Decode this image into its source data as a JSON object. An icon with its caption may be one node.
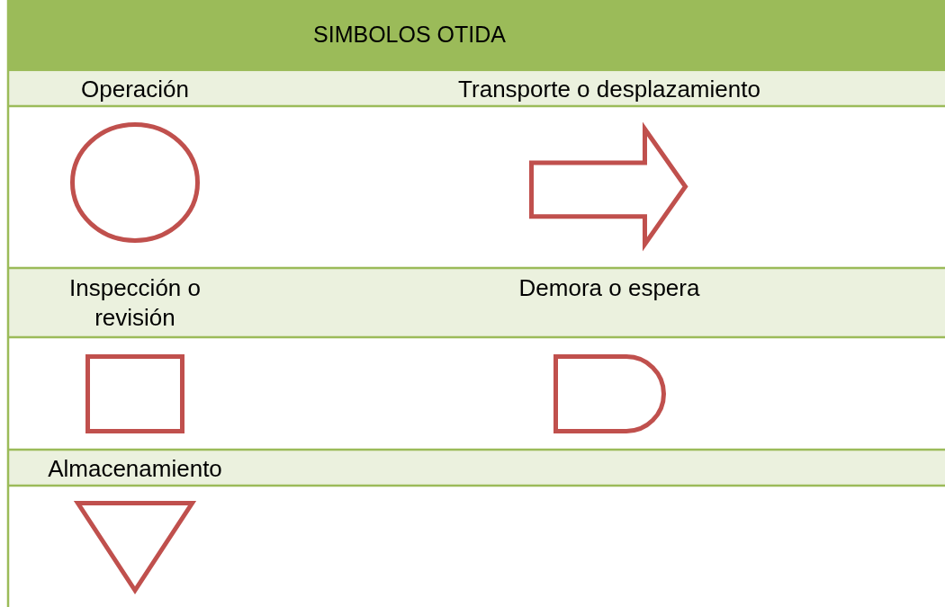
{
  "diagram": {
    "title": "SIMBOLOS OTIDA",
    "nodes": [
      {
        "text": [],
        "shape": "circle"
      },
      {
        "text": [],
        "shape": "arrow"
      },
      {
        "text": [],
        "shape": "box"
      },
      {
        "text": [],
        "shape": "delay"
      },
      {
        "text": [],
        "shape": "triangle"
      }
    ],
    "labels": [
      "Operación",
      "Transporte o desplazamiento",
      "Inspección o revisión",
      "Demora o espera",
      "Almacenamiento"
    ]
  }
}
